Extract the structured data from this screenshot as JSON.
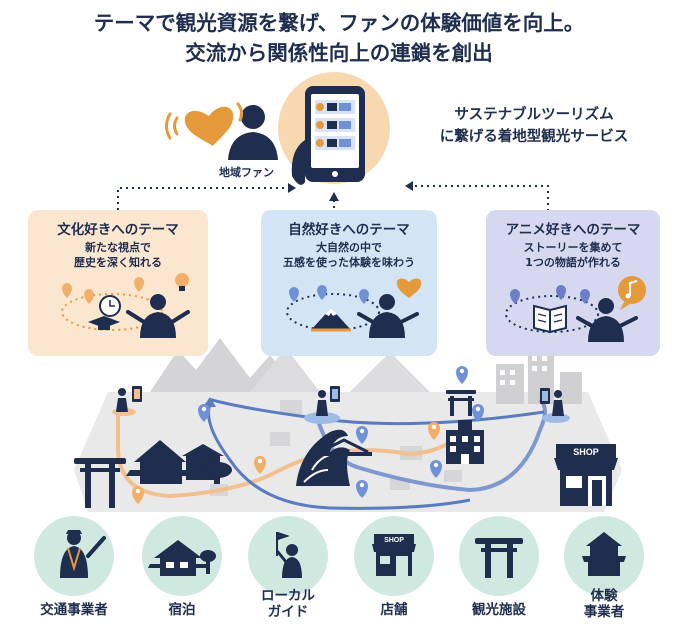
{
  "headline": {
    "line1": "テーマで観光資源を繋げ、ファンの体験価値を向上。",
    "line2": "交流から関係性向上の連鎖を創出"
  },
  "tagline": {
    "line1": "サステナブルツーリズム",
    "line2": "に繋げる着地型観光サービス"
  },
  "fan_label": "地域ファン",
  "themes": [
    {
      "title": "文化好きへのテーマ",
      "desc1": "新たな視点で",
      "desc2": "歴史を深く知れる",
      "bg": "#fbe6cf",
      "accent": "#e49a3b"
    },
    {
      "title": "自然好きへのテーマ",
      "desc1": "大自然の中で",
      "desc2": "五感を使った体験を味わう",
      "bg": "#d3e5f4",
      "accent": "#7aa8d8"
    },
    {
      "title": "アニメ好きへのテーマ",
      "desc1": "ストーリーを集めて",
      "desc2": "1つの物語が作れる",
      "bg": "#d5d8ef",
      "accent": "#6b7fc8"
    }
  ],
  "shop_sign": "SHOP",
  "categories": [
    {
      "label1": "交通事業者",
      "label2": "",
      "icon": "traffic-guard-icon"
    },
    {
      "label1": "宿泊",
      "label2": "",
      "icon": "inn-icon"
    },
    {
      "label1": "ローカル",
      "label2": "ガイド",
      "icon": "local-guide-icon"
    },
    {
      "label1": "店舗",
      "label2": "",
      "icon": "shop-icon"
    },
    {
      "label1": "観光施設",
      "label2": "",
      "icon": "torii-icon"
    },
    {
      "label1": "体験",
      "label2": "事業者",
      "icon": "experience-provider-icon"
    }
  ],
  "colors": {
    "navy": "#1f2d4e",
    "orange": "#e49a3b",
    "blue_pin": "#6f92d6",
    "orange_pin": "#f0b06a",
    "circle": "#cfe8e0",
    "ground": "#e9e9ea"
  }
}
